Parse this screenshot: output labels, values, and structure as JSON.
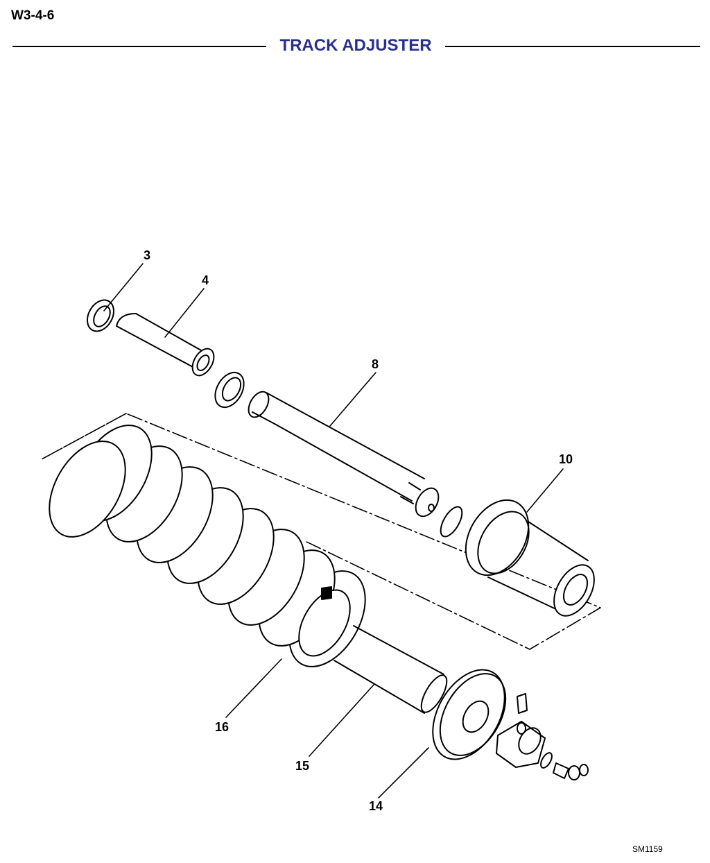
{
  "header": {
    "page_code": "W3-4-6",
    "title": "TRACK ADJUSTER",
    "title_color": "#2a2f8f"
  },
  "callouts": [
    {
      "id": "3",
      "label": "3"
    },
    {
      "id": "4",
      "label": "4"
    },
    {
      "id": "8",
      "label": "8"
    },
    {
      "id": "10",
      "label": "10"
    },
    {
      "id": "16",
      "label": "16"
    },
    {
      "id": "15",
      "label": "15"
    },
    {
      "id": "14",
      "label": "14"
    }
  ],
  "figure": {
    "code": "SM1159"
  }
}
